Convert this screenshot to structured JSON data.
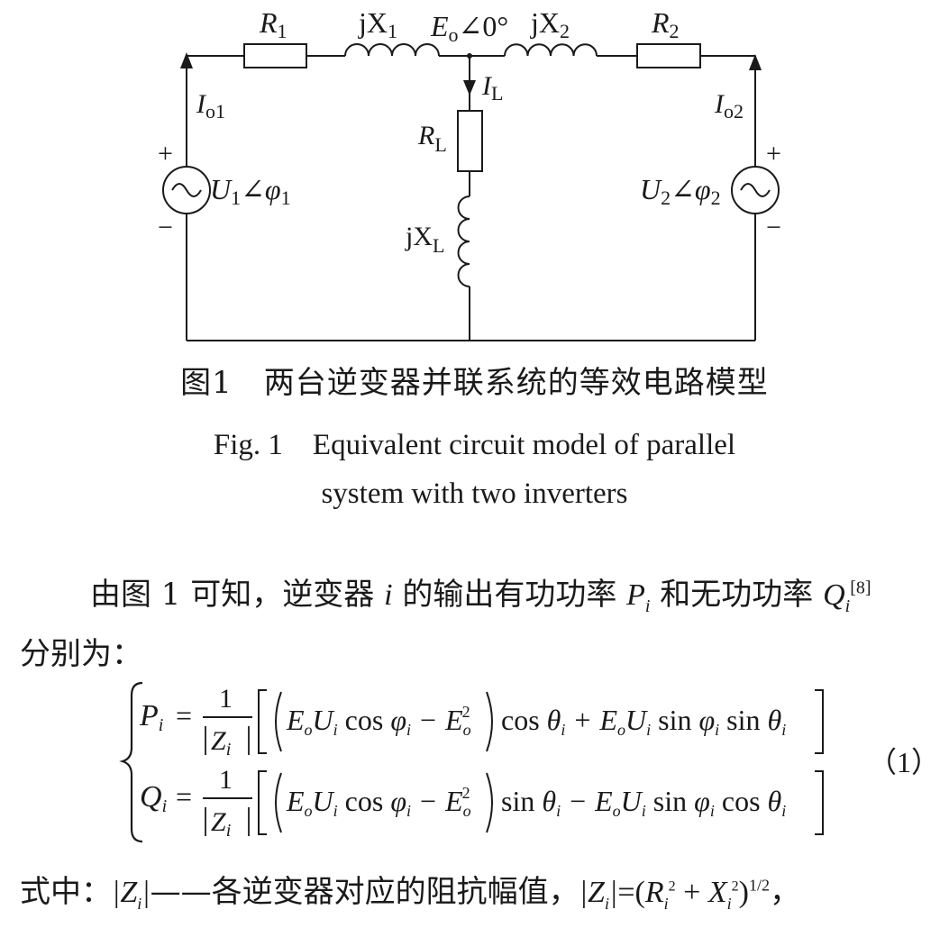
{
  "figure": {
    "labels": {
      "r1": "R",
      "r1_sub": "1",
      "x1": "jX",
      "x1_sub": "1",
      "eo": "E",
      "eo_sub": "o",
      "eo_angle": "∠0°",
      "x2": "jX",
      "x2_sub": "2",
      "r2": "R",
      "r2_sub": "2",
      "il": "I",
      "il_sub": "L",
      "rl": "R",
      "rl_sub": "L",
      "xl": "jX",
      "xl_sub": "L",
      "io1": "I",
      "io1_sub": "o1",
      "io2": "I",
      "io2_sub": "o2",
      "u1": "U",
      "u1_sub": "1",
      "u1_angle": "∠φ",
      "u1_angle_sub": "1",
      "u2": "U",
      "u2_sub": "2",
      "u2_angle": "∠φ",
      "u2_angle_sub": "2",
      "plus": "+",
      "minus": "−"
    },
    "caption_cn": "图1　两台逆变器并联系统的等效电路模型",
    "caption_en_line1": "Fig. 1　Equivalent circuit model of parallel",
    "caption_en_line2": "system with two inverters"
  },
  "body": {
    "para1_a": "由图 1 可知，逆变器 ",
    "para1_i": "i",
    "para1_b": " 的输出有功功率 ",
    "para1_P": "P",
    "para1_Psub": "i",
    "para1_c": " 和无功功率 ",
    "para1_Q": "Q",
    "para1_Qsub": "i",
    "para1_ref": "[8]",
    "para2": "分别为：",
    "eq_number": "（1）",
    "def_prefix": "式中：",
    "def_text": "——各逆变器对应的阻抗幅值，",
    "def_comma": "，"
  },
  "equations": {
    "P_lhs": "P",
    "Q_lhs": "Q",
    "sub_i": "i",
    "sub_o": "o",
    "eq": "=",
    "one": "1",
    "Z": "Z",
    "E": "E",
    "U": "U",
    "cos": "cos",
    "sin": "sin",
    "phi": "φ",
    "theta": "θ",
    "minus": "−",
    "plus": "+",
    "two": "2",
    "half": "1/2",
    "R": "R",
    "X": "X"
  }
}
